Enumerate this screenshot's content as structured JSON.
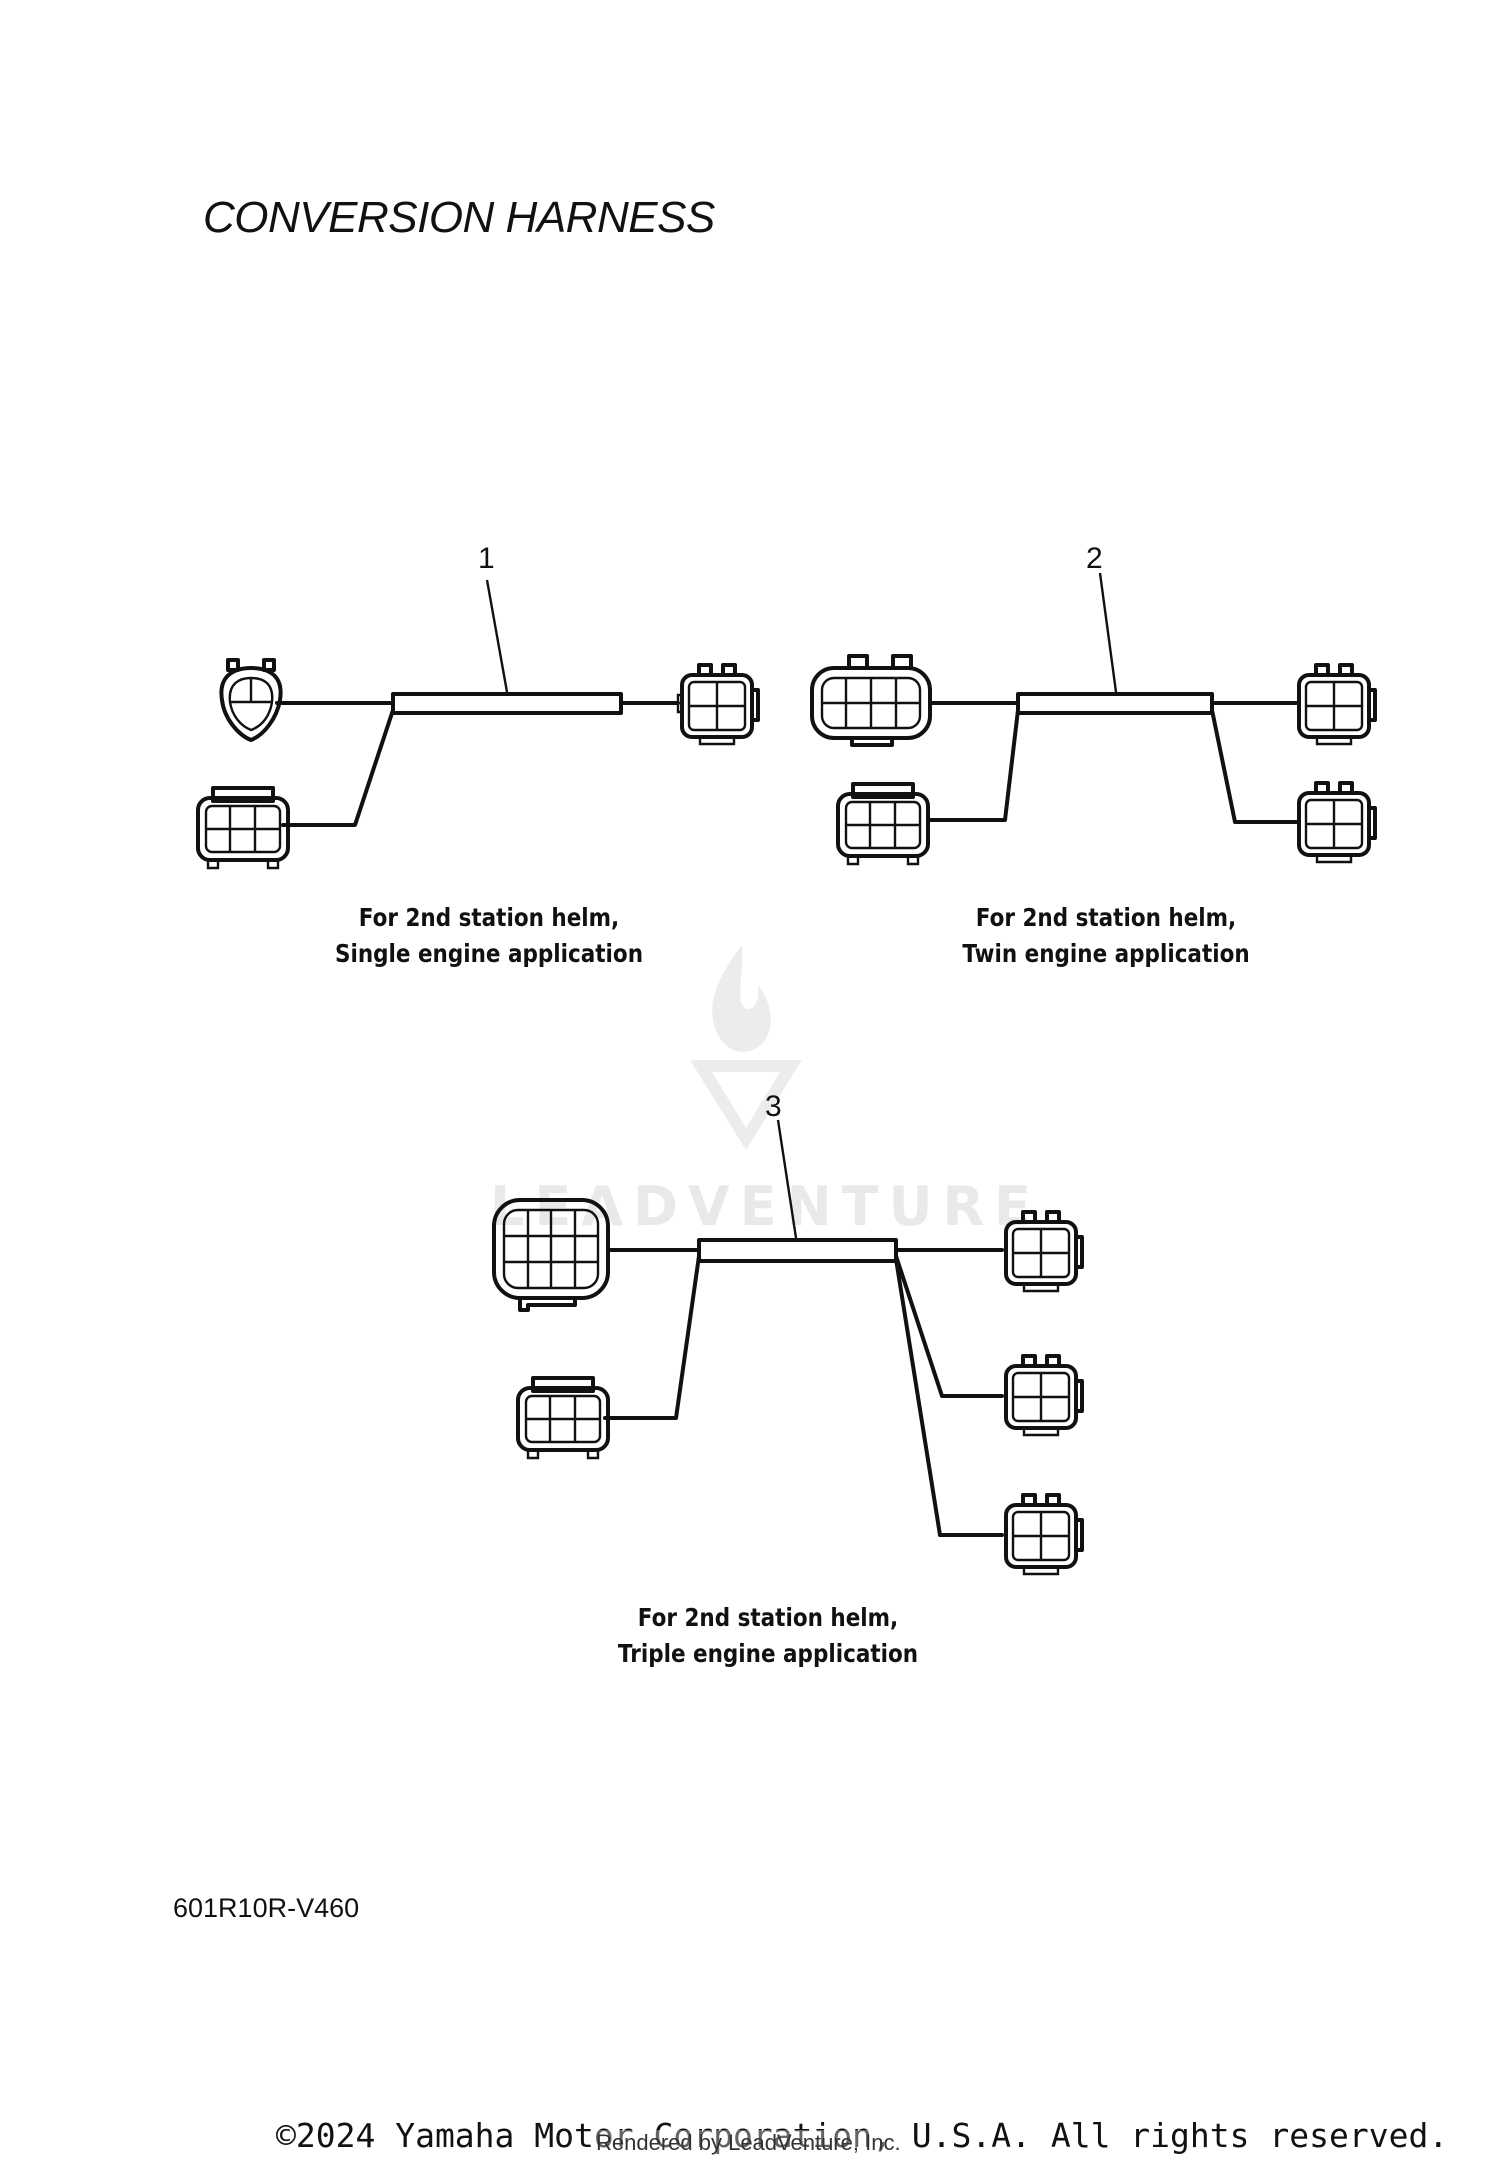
{
  "title": "CONVERSION HARNESS",
  "parts": [
    {
      "number": "1",
      "caption_line1": "For 2nd station helm,",
      "caption_line2": "Single engine application"
    },
    {
      "number": "2",
      "caption_line1": "For 2nd station helm,",
      "caption_line2": "Twin engine application"
    },
    {
      "number": "3",
      "caption_line1": "For 2nd station helm,",
      "caption_line2": "Triple engine application"
    }
  ],
  "part_code": "601R10R-V460",
  "watermark": "LEADVENTURE",
  "copyright": "©2024 Yamaha Motor Corporation, U.S.A. All rights reserved.",
  "rendered_by": "Rendered by LeadVenture, Inc."
}
